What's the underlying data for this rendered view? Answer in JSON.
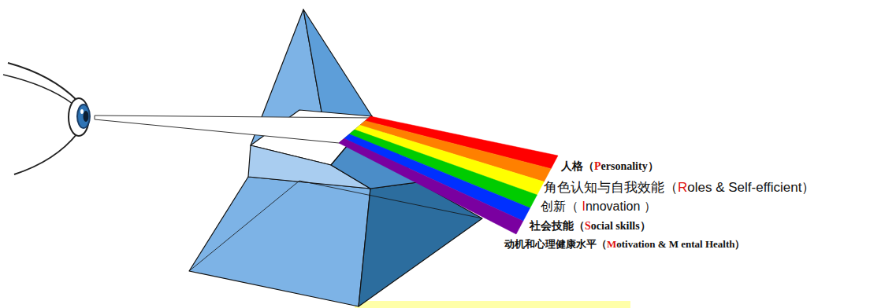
{
  "diagram": {
    "labels": [
      "人格（Personality）",
      "角色认知与自我效能（Roles & Self-efficient）",
      "创新（ Innovation ）",
      "社会技能（Social skills）",
      "动机和心理健康水平（Motivation & M ental Health）"
    ]
  }
}
